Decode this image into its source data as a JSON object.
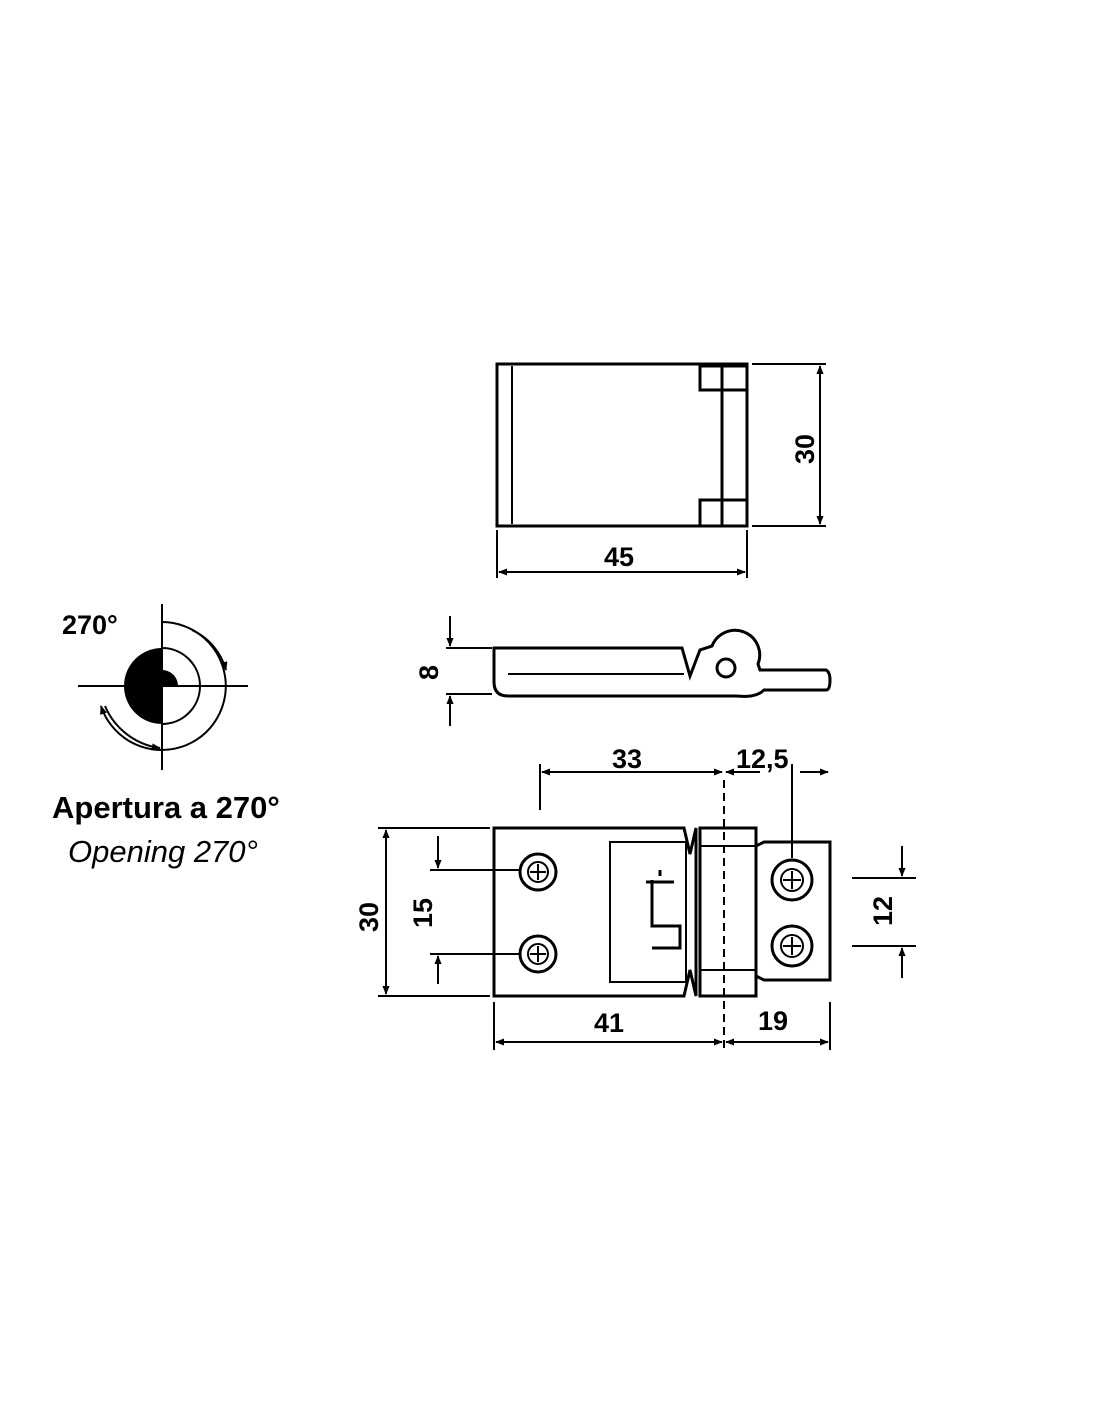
{
  "caption": {
    "line1": "Apertura a 270°",
    "line2": "Opening 270°"
  },
  "rotation_label": "270°",
  "dimensions": {
    "top_width": "45",
    "top_height": "30",
    "side_thickness": "8",
    "front_33": "33",
    "front_12_5": "12,5",
    "front_height": "30",
    "front_hole_spacing": "15",
    "front_leaf_41": "41",
    "front_leaf_19": "19",
    "front_hole_spacing_right": "12"
  }
}
